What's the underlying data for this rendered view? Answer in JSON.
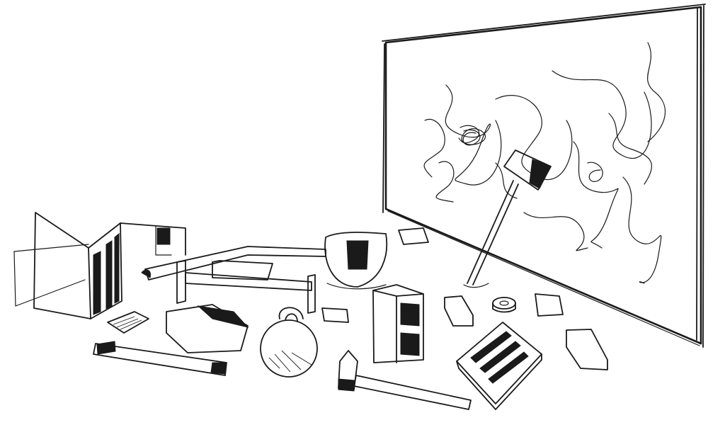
{
  "scene": {
    "style": "pencil-sketch",
    "background": "#ffffff",
    "ink": "#1a1a1a"
  },
  "objects": [
    {
      "name": "whiteboard-panel"
    },
    {
      "name": "scribble-marks"
    },
    {
      "name": "sledgehammer"
    },
    {
      "name": "folding-screen"
    },
    {
      "name": "saw"
    },
    {
      "name": "wooden-plank"
    },
    {
      "name": "clay-pot"
    },
    {
      "name": "cinder-block"
    },
    {
      "name": "kettlebell"
    },
    {
      "name": "hammer"
    },
    {
      "name": "concrete-grate"
    },
    {
      "name": "brick"
    },
    {
      "name": "tape-roll"
    },
    {
      "name": "stone-slab"
    }
  ]
}
